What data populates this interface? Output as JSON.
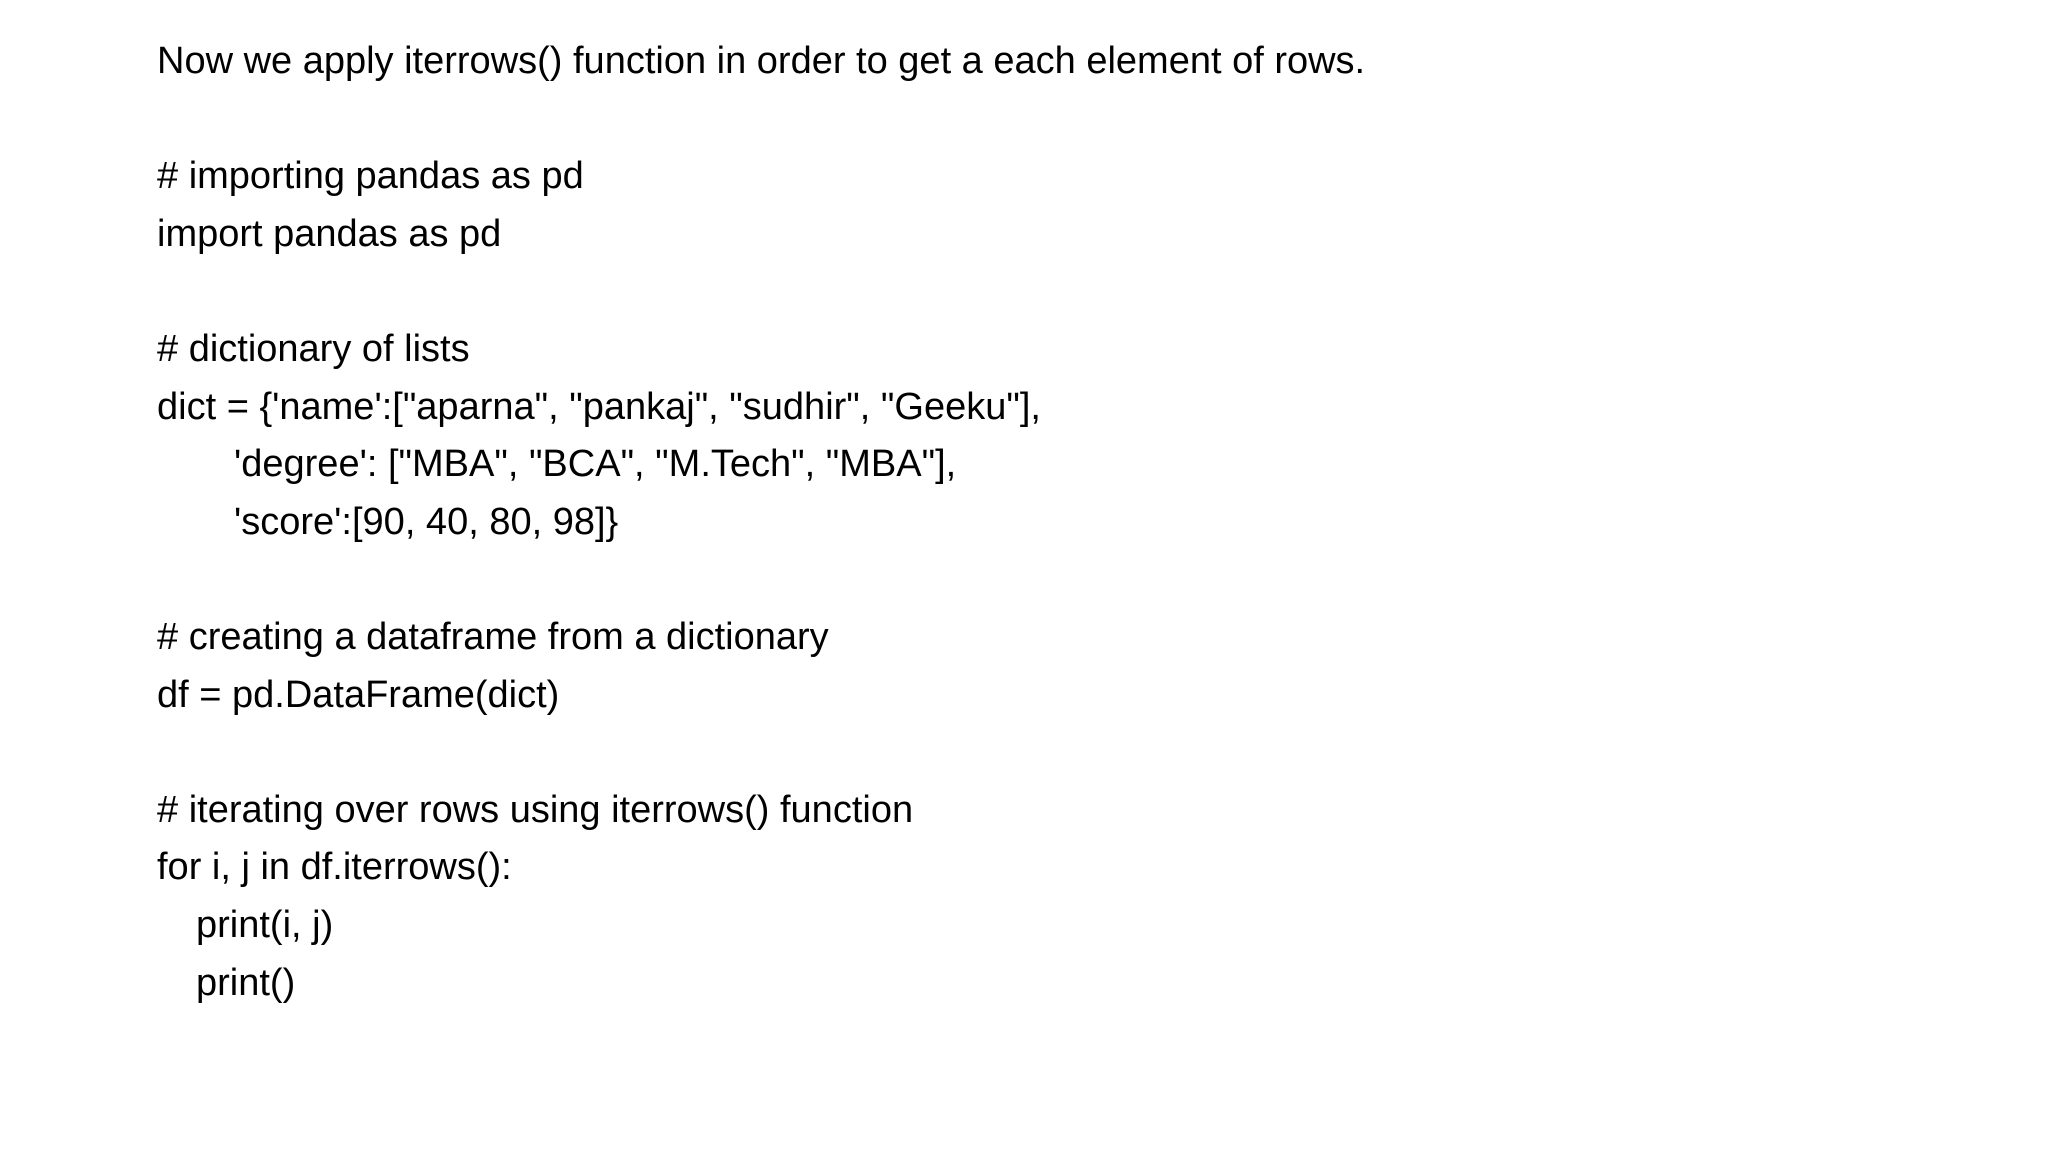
{
  "slide": {
    "intro": "Now we apply iterrows() function in order to get a each element of rows.",
    "code": {
      "comment_import": "# importing pandas as pd",
      "import_line": "import pandas as pd",
      "comment_dict": "# dictionary of lists",
      "dict_line_1": "dict = {'name':[\"aparna\", \"pankaj\", \"sudhir\", \"Geeku\"],",
      "dict_line_2": "'degree': [\"MBA\", \"BCA\", \"M.Tech\", \"MBA\"],",
      "dict_line_3": "'score':[90, 40, 80, 98]}",
      "comment_df": "# creating a dataframe from a dictionary",
      "df_line": "df = pd.DataFrame(dict)",
      "comment_iter": "# iterating over rows using iterrows() function",
      "for_line": "for i, j in df.iterrows():",
      "print_line_1": "print(i, j)",
      "print_line_2": "print()"
    }
  }
}
